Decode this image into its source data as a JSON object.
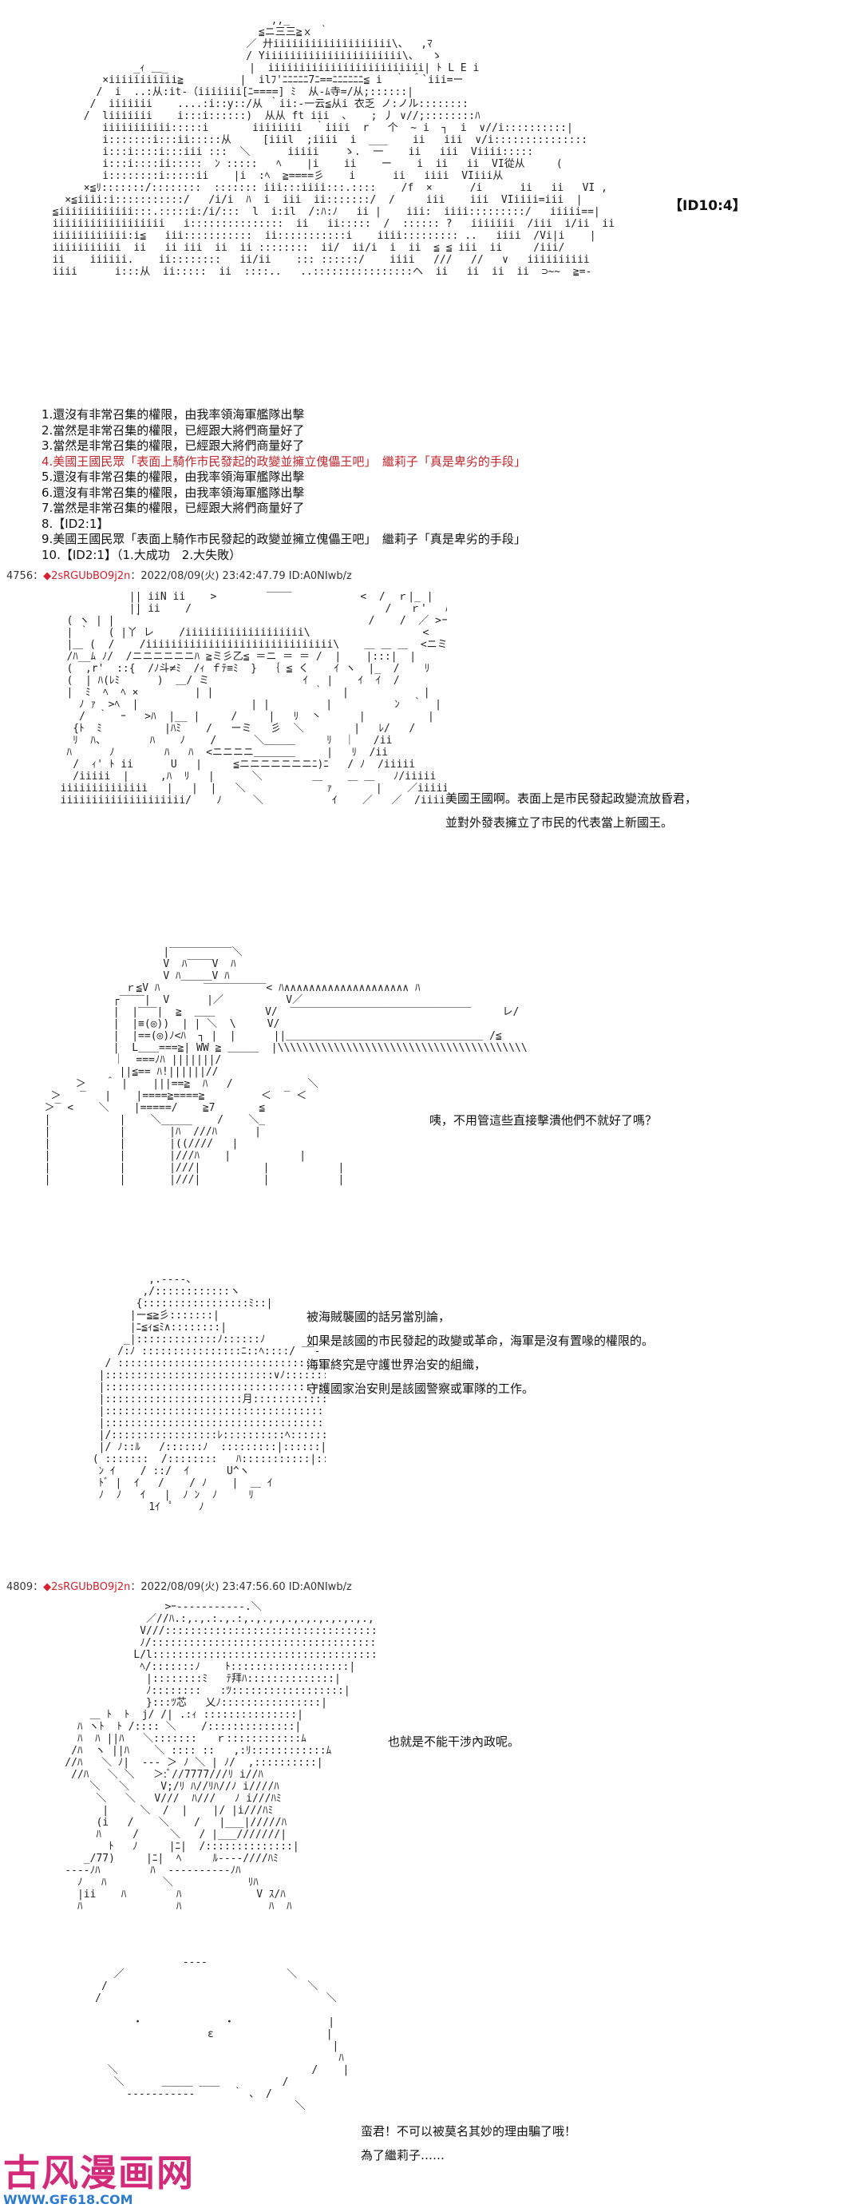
{
  "section1": {
    "tag": "【ID10:4】",
    "lines": [
      {
        "text": "1.還沒有非常召集的權限，由我率領海軍艦隊出擊",
        "red": false
      },
      {
        "text": "2.當然是非常召集的權限，已經跟大將們商量好了",
        "red": false
      },
      {
        "text": "3.當然是非常召集的權限，已經跟大將們商量好了",
        "red": false
      },
      {
        "text": "4.美國王國民眾「表面上騎作市民發起的政變並擁立傀儡王吧」　繼莉子「真是卑劣的手段」",
        "red": true
      },
      {
        "text": "5.還沒有非常召集的權限，由我率領海軍艦隊出擊",
        "red": false
      },
      {
        "text": "6.還沒有非常召集的權限，由我率領海軍艦隊出擊",
        "red": false
      },
      {
        "text": "7.當然是非常召集的權限，已經跟大將們商量好了",
        "red": false
      },
      {
        "text": "8.【ID2:1】",
        "red": false
      },
      {
        "text": "9.美國王國民眾「表面上騎作市民發起的政變並擁立傀儡王吧」　繼莉子「真是卑劣的手段」",
        "red": false
      },
      {
        "text": "10.【ID2:1】（1.大成功　2.大失敗）",
        "red": false
      }
    ]
  },
  "post1": {
    "number": "4756",
    "separator": "：",
    "diamond": "◆",
    "name": "2sRGUbBO9j2n",
    "meta": "：2022/08/09(火) 23:42:47.79 ID:A0NIwb/z",
    "dialog1": [
      "美國王國啊。表面上是市民發起政變流放昏君，",
      "並對外發表擁立了市民的代表當上新國王。"
    ],
    "dialog2": [
      "咦，不用管這些直接擊潰他們不就好了嗎？"
    ],
    "dialog3": [
      "被海賊襲國的話另當別論，",
      "如果是該國的市民發起的政變或革命，海軍是沒有置喙的權限的。",
      "海軍終究是守護世界治安的組織，",
      "守護國家治安則是該國警察或軍隊的工作。"
    ]
  },
  "post2": {
    "number": "4809",
    "separator": "：",
    "diamond": "◆",
    "name": "2sRGUbBO9j2n",
    "meta": "：2022/08/09(火) 23:47:56.60 ID:A0NIwb/z",
    "dialog1": [
      "也就是不能干涉內政呢。"
    ],
    "dialog2": [
      "蛮君！不可以被莫名其妙的理由騙了哦！",
      "為了繼莉子……"
    ]
  },
  "watermark": {
    "title": "古风漫画网",
    "url": "WWW.GF618.COM"
  },
  "colors": {
    "red_text": "#c0262d",
    "header_red": "#d8202e",
    "watermark_pink": "#d32a7a",
    "watermark_blue": "#2c7bd1"
  }
}
